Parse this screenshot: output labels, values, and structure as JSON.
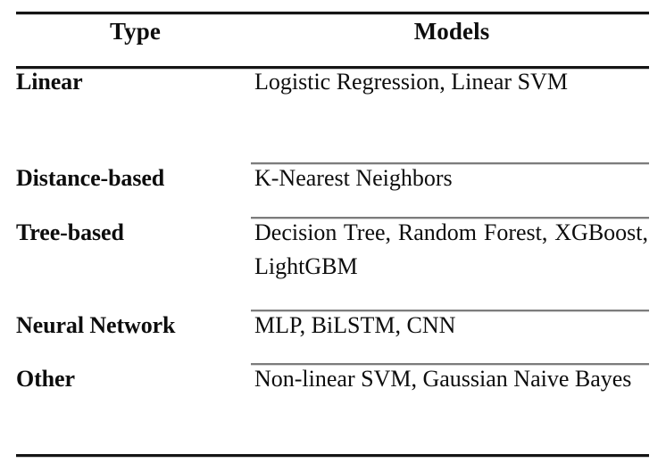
{
  "table": {
    "style": "booktabs",
    "colors": {
      "text": "#0d0d0d",
      "background": "#ffffff",
      "outer_rule": "#151515",
      "inner_rule": "#7c7c7c"
    },
    "columns": [
      {
        "key": "type",
        "header": "Type"
      },
      {
        "key": "models",
        "header": "Models"
      }
    ],
    "rows": [
      {
        "type": "Linear",
        "models": "Logistic Regression, Linear SVM"
      },
      {
        "type": "Distance-based",
        "models": "K-Nearest Neighbors"
      },
      {
        "type": "Tree-based",
        "models": "Decision Tree, Random Forest, XGBoost, LightGBM"
      },
      {
        "type": "Neural Network",
        "models": "MLP, BiLSTM, CNN"
      },
      {
        "type": "Other",
        "models": "Non-linear SVM, Gaussian Naive Bayes"
      }
    ]
  }
}
